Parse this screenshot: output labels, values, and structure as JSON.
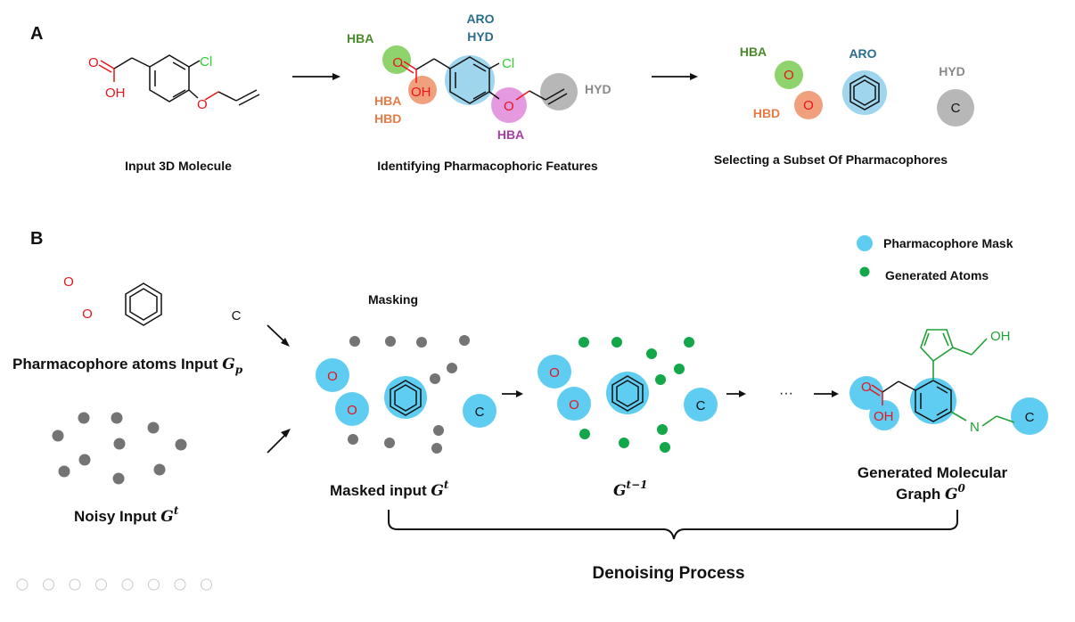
{
  "panel_a": {
    "letter": "A",
    "step1_caption": "Input 3D Molecule",
    "step2_caption": "Identifying Pharmacophoric Features",
    "step3_caption": "Selecting a Subset Of Pharmacophores",
    "mol_cl": "Cl",
    "mol_o": "O",
    "mol_oh": "OH",
    "feat_hba_top": "HBA",
    "feat_aro": "ARO",
    "feat_hyd_top": "HYD",
    "feat_hba_left": "HBA",
    "feat_hbd_left": "HBD",
    "feat_hyd_right": "HYD",
    "feat_hba_bottom": "HBA",
    "sub_hba": "HBA",
    "sub_hbd": "HBD",
    "sub_aro": "ARO",
    "sub_hyd": "HYD",
    "sub_o1": "O",
    "sub_o2": "O",
    "sub_c": "C"
  },
  "panel_b": {
    "letter": "B",
    "legend_mask": "Pharmacophore Mask",
    "legend_generated": "Generated Atoms",
    "masking_label": "Masking",
    "pharm_input_label": "Pharmacophore atoms Input ",
    "pharm_input_math": "G",
    "pharm_input_sub": "p",
    "noisy_label": "Noisy Input ",
    "noisy_math": "G",
    "noisy_sup": "t",
    "masked_label": "Masked input ",
    "masked_math": "G",
    "masked_sup": "t",
    "gtm1_math": "G",
    "gtm1_sup": "t−1",
    "generated_line1": "Generated Molecular",
    "generated_line2": "Graph ",
    "generated_math": "G",
    "generated_sup": "0",
    "ellipsis": "···",
    "denoising_label": "Denoising Process",
    "atom_o": "O",
    "atom_c": "C",
    "atom_oh": "OH",
    "atom_n": "N"
  },
  "colors": {
    "mask_blue": "#5fcdf2",
    "generated_green": "#12a84a",
    "noise_gray": "#747474",
    "hba_green_text": "#4a8a2a",
    "aro_blue_text": "#2a6d8c",
    "hbd_orange_text": "#e57b45",
    "hyd_gray_text": "#8a8a8a",
    "hba_purple_text": "#a83ca6",
    "oxygen_red": "#e8141c",
    "chlorine_green": "#2fd12f"
  },
  "toolbar_icons": [
    "prev-icon",
    "next-icon",
    "pen-icon",
    "eraser-icon",
    "zoom-icon",
    "grid-icon",
    "camera-icon",
    "more-icon"
  ]
}
